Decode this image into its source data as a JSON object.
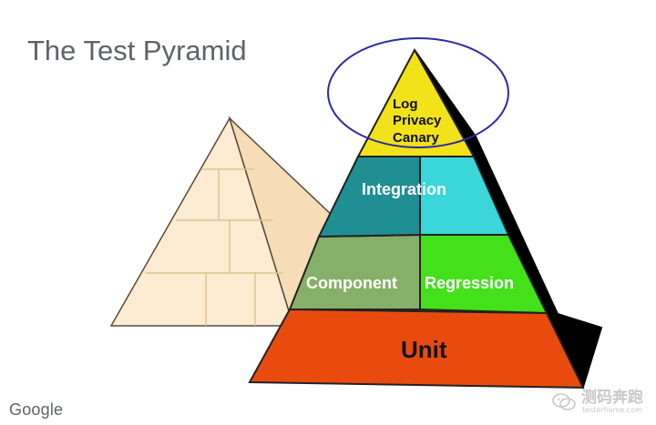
{
  "slide": {
    "title": "The Test Pyramid",
    "brand": "Google"
  },
  "pyramid": {
    "top_layer": [
      "Log",
      "Privacy",
      "Canary"
    ],
    "integration": "Integration",
    "component": "Component",
    "regression": "Regression",
    "unit": "Unit"
  },
  "watermark": {
    "name": "测码奔跑",
    "domain": "testerhome.com"
  },
  "colors": {
    "top": "#f2e21a",
    "integration_left": "#1f8f94",
    "integration_right": "#3ad6d9",
    "component": "#86b06a",
    "regression": "#44e01a",
    "unit": "#e94b0f",
    "side": "#000000",
    "highlight_ellipse": "#2b2ba3",
    "background_pyramid": "#fdebd2"
  }
}
